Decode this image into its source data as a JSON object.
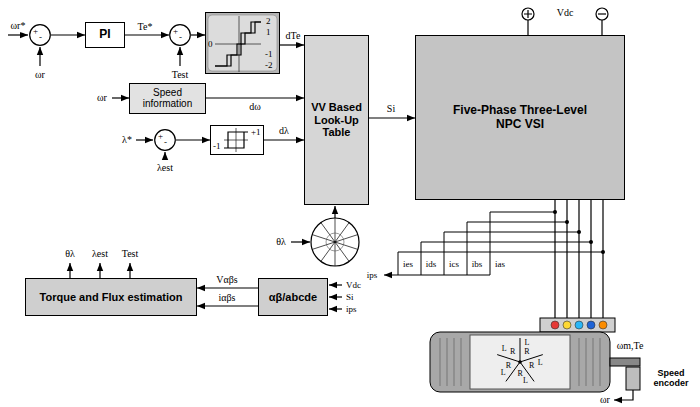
{
  "diagram": {
    "nodes": [
      {
        "text": [
          "+",
          "-"
        ]
      },
      {
        "text": [
          "PI"
        ]
      },
      {
        "text": [
          "+",
          "-"
        ]
      },
      {
        "text": [
          "2",
          "1",
          "0",
          "-1",
          "-2"
        ]
      },
      {
        "text": [
          "VV Based Look-Up Table"
        ]
      },
      {
        "text": [
          "Five-Phase Three-Level NPC VSI"
        ]
      },
      {
        "text": [
          "Speed information"
        ]
      },
      {
        "text": [
          "+",
          "-"
        ]
      },
      {
        "text": [
          "+1",
          "-1"
        ]
      },
      {
        "text": [
          "Torque and Flux estimation"
        ]
      },
      {
        "text": [
          "αβ/abcde"
        ]
      }
    ],
    "edges": [
      {
        "from": 0,
        "to": 1,
        "arrow": "to"
      },
      {
        "from": 1,
        "to": 2,
        "arrow": "to",
        "label": "Te*"
      },
      {
        "from": 2,
        "to": 3,
        "arrow": "to"
      },
      {
        "from": 3,
        "to": 4,
        "arrow": "to",
        "label": "dTe"
      },
      {
        "from": 6,
        "to": 4,
        "arrow": "to",
        "label": "dω"
      },
      {
        "from": 7,
        "to": 8,
        "arrow": "to"
      },
      {
        "from": 8,
        "to": 4,
        "arrow": "to",
        "label": "dλ"
      },
      {
        "from": 4,
        "to": 5,
        "arrow": "to",
        "label": "Si"
      },
      {
        "from": 10,
        "to": 9,
        "arrow": "to",
        "label": "Vαβs"
      },
      {
        "from": 10,
        "to": 9,
        "arrow": "to",
        "label": "iαβs"
      }
    ],
    "labels": [
      "ωr*",
      "ωr",
      "Test",
      "ωr",
      "λ*",
      "λest",
      "θλ",
      "θλ",
      "λest",
      "Test",
      "Vdc",
      "Vdc",
      "Si",
      "ips",
      "ips",
      "ias",
      "ibs",
      "ics",
      "ids",
      "ies",
      "ωm,Te",
      "Speed encoder",
      "ωr",
      "R",
      "L",
      "R",
      "L",
      "R",
      "L",
      "R",
      "L",
      "R",
      "L"
    ]
  }
}
